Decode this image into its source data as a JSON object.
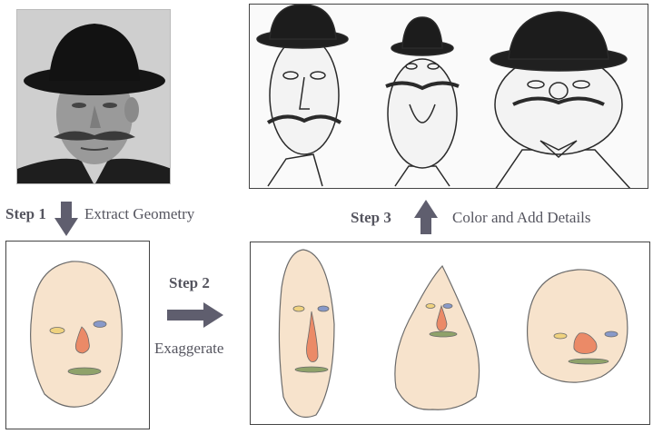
{
  "steps": {
    "step1": {
      "label": "Step 1",
      "text": "Extract Geometry"
    },
    "step2": {
      "label": "Step 2",
      "text": "Exaggerate"
    },
    "step3": {
      "label": "Step 3",
      "text": "Color and Add Details"
    }
  },
  "colors": {
    "face": "#f7e3cc",
    "outline": "#6b6b6b",
    "left_eye": "#efd27f",
    "right_eye": "#8899c8",
    "nose": "#eb8a67",
    "mouth": "#8fa26a",
    "arrow": "#5f5e6e"
  }
}
